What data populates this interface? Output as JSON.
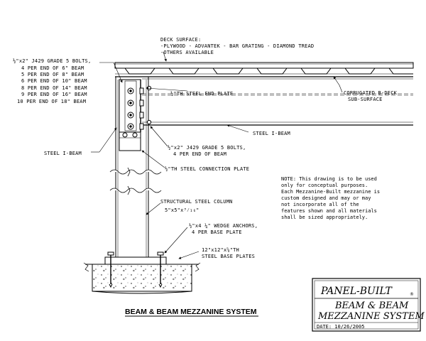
{
  "deck_surface": {
    "line1": "DECK SURFACE:",
    "line2": "-PLYWOOD - ADVANTEK - BAR GRATING - DIAMOND TREAD",
    "line3": "-OTHERS AVAILABLE"
  },
  "bolt_schedule": {
    "line1": "½\"x2\" J429 GRADE 5 BOLTS,",
    "line2": "4 PER END OF 6\" BEAM",
    "line3": "5 PER END OF 8\" BEAM",
    "line4": "6 PER END OF 10\" BEAM",
    "line5": "8 PER END OF 14\" BEAM",
    "line6": "9 PER END OF 16\" BEAM",
    "line7": "10 PER END OF 18\" BEAM"
  },
  "end_plate": "½\"TH STEEL END PLATE",
  "corrugated": {
    "line1": "CORRUGATED B-DECK",
    "line2": "SUB-SURFACE"
  },
  "steel_ibeam_right": "STEEL I-BEAM",
  "steel_ibeam_left": "STEEL I-BEAM",
  "beam_bolts": {
    "line1": "½\"x2\" J429 GRADE 5 BOLTS,",
    "line2": "4 PER END OF BEAM"
  },
  "connection_plate": "½\"TH STEEL CONNECTION PLATE",
  "column": {
    "line1": "STRUCTURAL STEEL COLUMN",
    "line2": "5\"x5\"x³⁄₁₆\""
  },
  "anchors": {
    "line1": "½\"x4 ¼\" WEDGE ANCHORS,",
    "line2": "4 PER BASE PLATE"
  },
  "base_plates": {
    "line1": "12\"x12\"x⅝\"TH",
    "line2": "STEEL BASE PLATES"
  },
  "note": {
    "line1": "NOTE: This drawing is to be used",
    "line2": "only for conceptual purposes.",
    "line3": "Each Mezzanine-Built mezzanine is",
    "line4": "custom designed and may or may",
    "line5": "not incorporate all of the",
    "line6": "features shown and all materials",
    "line7": "shall be sized appropriately."
  },
  "caption": "BEAM & BEAM MEZZANINE SYSTEM",
  "title_block": {
    "brand": "PANEL-BUILT",
    "brand_mark": "®",
    "title_line1": "BEAM & BEAM",
    "title_line2": "MEZZANINE SYSTEM",
    "date": "DATE: 10/26/2005"
  }
}
